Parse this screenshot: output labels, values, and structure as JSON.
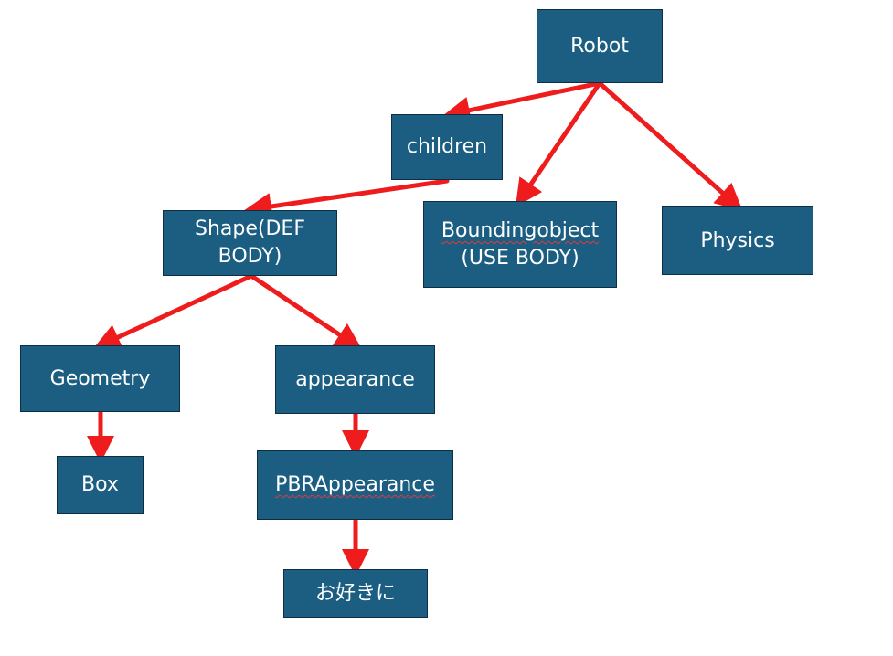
{
  "nodes": {
    "robot": {
      "label": "Robot"
    },
    "children": {
      "label": "children"
    },
    "shape": {
      "line1": "Shape(DEF",
      "line2": "BODY)"
    },
    "boundingobject": {
      "line1": "Boundingobject",
      "line2": "(USE BODY)"
    },
    "physics": {
      "label": "Physics"
    },
    "geometry": {
      "label": "Geometry"
    },
    "appearance": {
      "label": "appearance"
    },
    "box": {
      "label": "Box"
    },
    "pbrappearance": {
      "label": "PBRAppearance"
    },
    "okini": {
      "label": "お好きに"
    }
  },
  "edges": [
    [
      "robot",
      "children"
    ],
    [
      "robot",
      "boundingobject"
    ],
    [
      "robot",
      "physics"
    ],
    [
      "children",
      "shape"
    ],
    [
      "shape",
      "geometry"
    ],
    [
      "shape",
      "appearance"
    ],
    [
      "geometry",
      "box"
    ],
    [
      "appearance",
      "pbrappearance"
    ],
    [
      "pbrappearance",
      "okini"
    ]
  ],
  "colors": {
    "node_fill": "#1b5e82",
    "node_border": "#0d2f45",
    "edge": "#ee1c1c",
    "text": "#ffffff"
  }
}
